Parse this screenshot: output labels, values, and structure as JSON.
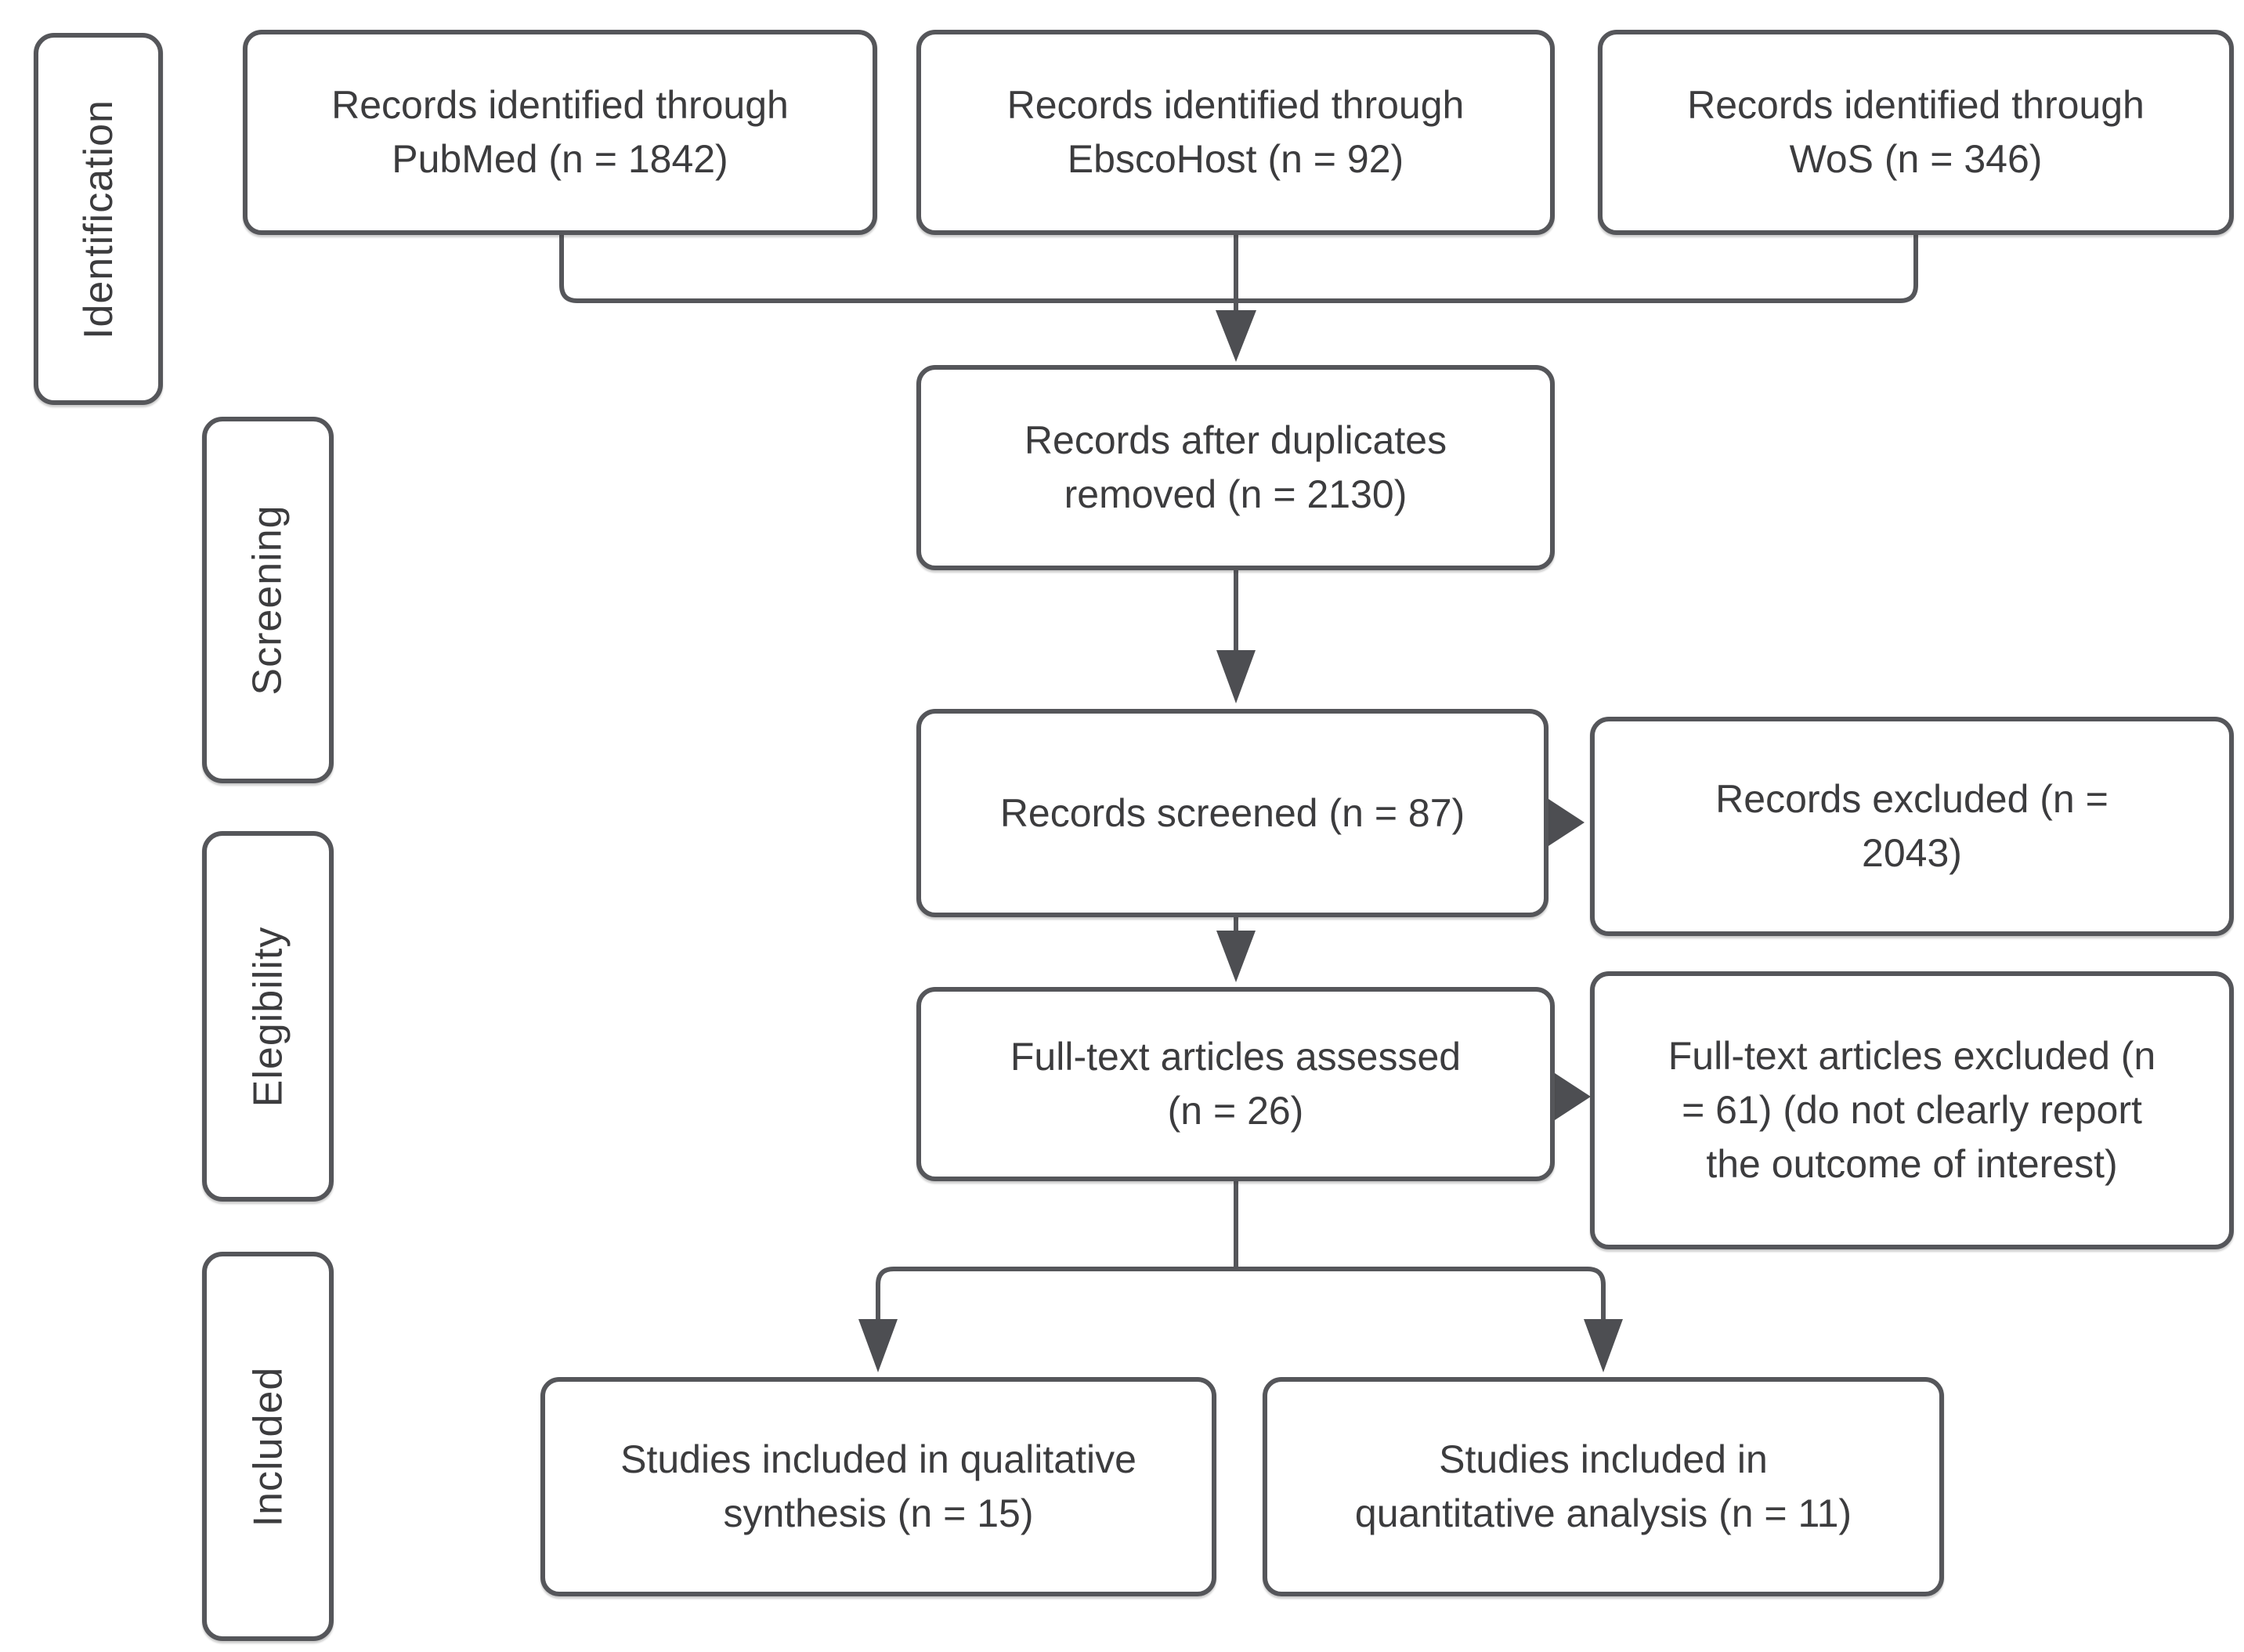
{
  "stage_labels": [
    {
      "id": "identification",
      "label": "Identification"
    },
    {
      "id": "screening",
      "label": "Screening"
    },
    {
      "id": "elegibility",
      "label": "Elegibility"
    },
    {
      "id": "included",
      "label": "Included"
    }
  ],
  "boxes": {
    "pubmed": {
      "lines": [
        "Records identified through",
        "PubMed (n = 1842)"
      ],
      "n": 1842,
      "source": "PubMed"
    },
    "ebscohost": {
      "lines": [
        "Records identified through",
        "EbscoHost (n = 92)"
      ],
      "n": 92,
      "source": "EbscoHost"
    },
    "wos": {
      "lines": [
        "Records identified through",
        "WoS (n = 346)"
      ],
      "n": 346,
      "source": "WoS"
    },
    "duplicates_removed": {
      "lines": [
        "Records after duplicates",
        "removed (n = 2130)"
      ],
      "n": 2130
    },
    "records_screened": {
      "lines": [
        "Records screened (n = 87)"
      ],
      "n": 87
    },
    "records_excluded": {
      "lines": [
        "Records excluded (n =",
        "2043)"
      ],
      "n": 2043
    },
    "fulltext_assessed": {
      "lines": [
        "Full-text articles assessed",
        "(n = 26)"
      ],
      "n": 26
    },
    "fulltext_excluded": {
      "lines": [
        "Full-text articles excluded (n",
        "= 61) (do not clearly report",
        "the outcome of interest)"
      ],
      "n": 61
    },
    "qualitative_synthesis": {
      "lines": [
        "Studies included in qualitative",
        "synthesis (n = 15)"
      ],
      "n": 15
    },
    "quantitative_analysis": {
      "lines": [
        "Studies included in",
        "quantitative analysis (n = 11)"
      ],
      "n": 11
    }
  },
  "colors": {
    "border": "#55565a",
    "line": "#55565a",
    "arrow": "#4d4e52",
    "text": "#3c3c3e",
    "background": "#ffffff"
  }
}
